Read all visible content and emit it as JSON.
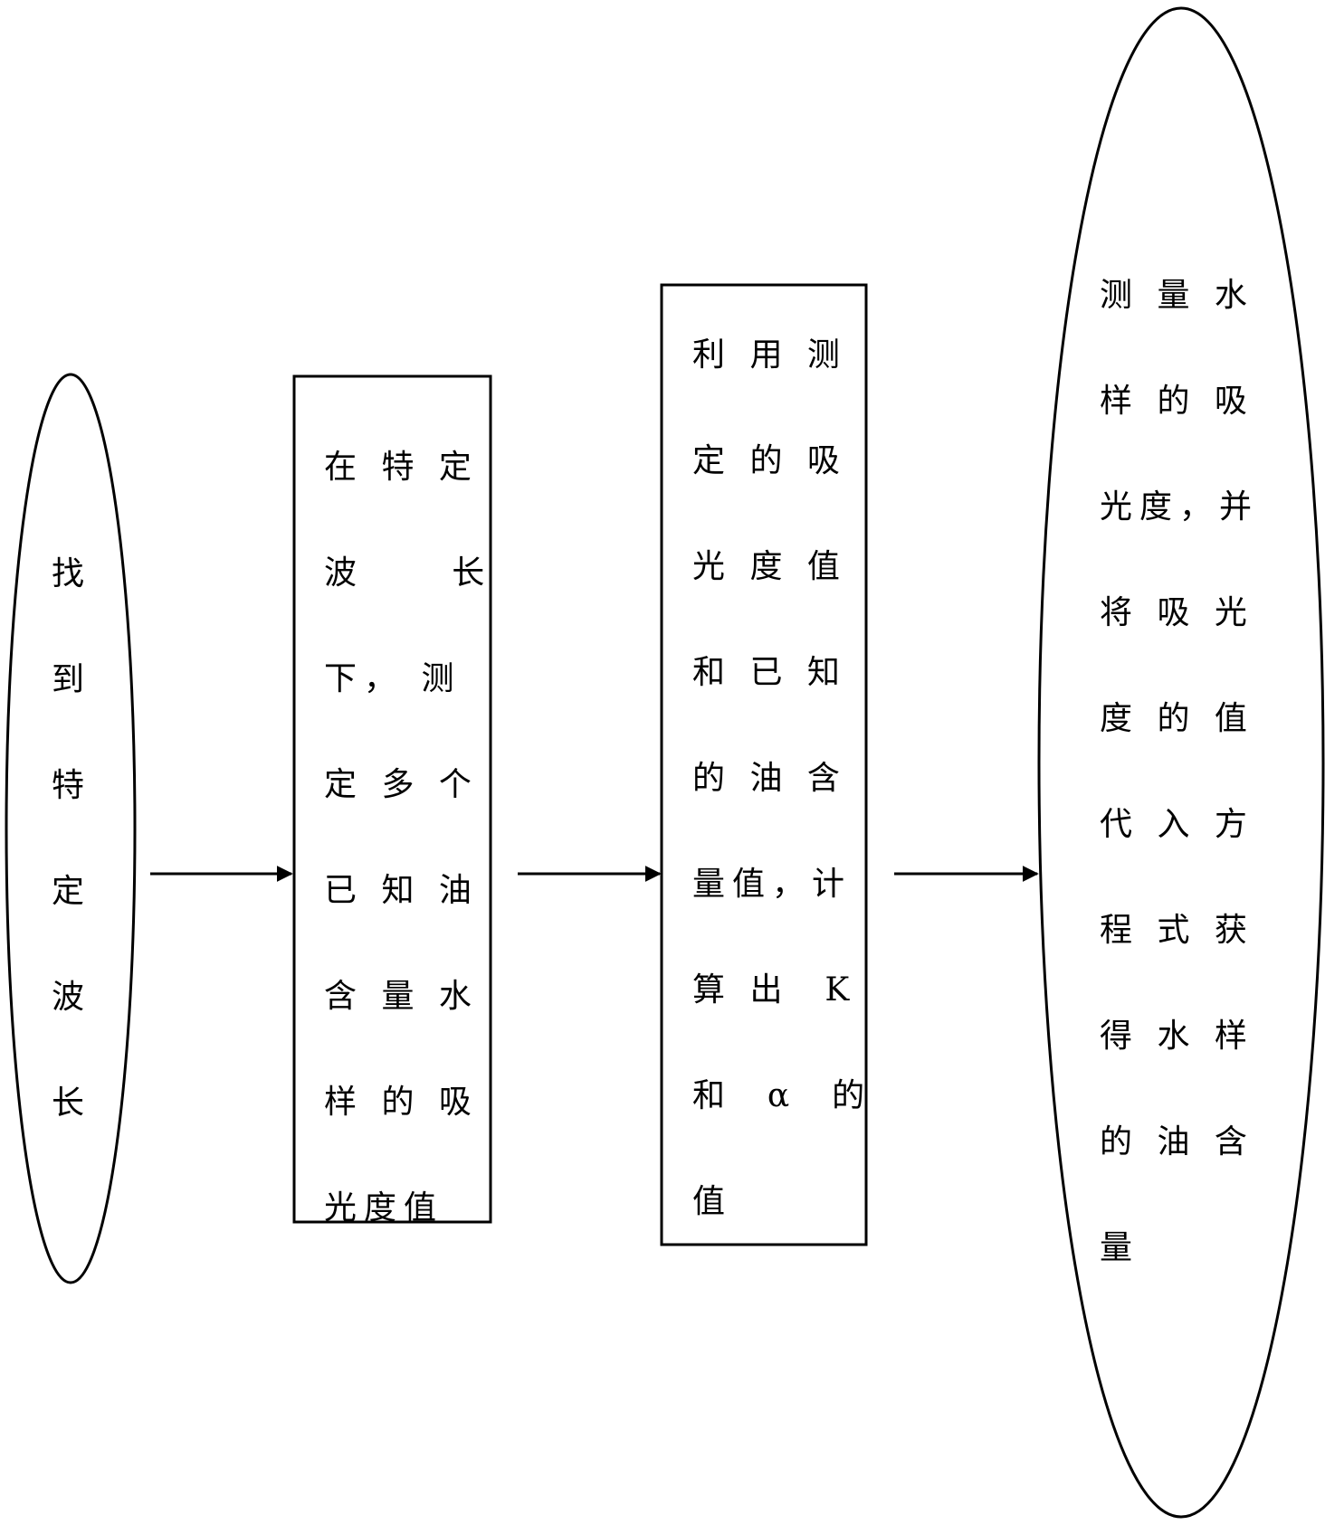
{
  "steps": [
    {
      "id": "step1",
      "shape": "ellipse",
      "lines": [
        "找",
        "到",
        "特",
        "定",
        "波",
        "长"
      ]
    },
    {
      "id": "step2",
      "shape": "rectangle",
      "lines": [
        "在 特 定",
        "波     长",
        "下， 测",
        "定 多 个",
        "已 知 油",
        "含 量 水",
        "样 的 吸",
        "光度值"
      ]
    },
    {
      "id": "step3",
      "shape": "rectangle",
      "lines": [
        "利 用 测",
        "定 的 吸",
        "光 度 值",
        "和 已 知",
        "的 油 含",
        "量值，计",
        "算 出  K",
        "和  α  的",
        "值"
      ]
    },
    {
      "id": "step4",
      "shape": "ellipse",
      "lines": [
        "测 量 水",
        "样 的 吸",
        "光度，并",
        "将 吸 光",
        "度 的 值",
        "代 入 方",
        "程 式 获",
        "得 水 样",
        "的 油 含",
        "量"
      ]
    }
  ],
  "connectors": [
    {
      "from": "step1",
      "to": "step2",
      "style": "solid-arrow"
    },
    {
      "from": "step2",
      "to": "step3",
      "style": "solid-arrow"
    },
    {
      "from": "step3",
      "to": "step4",
      "style": "solid-arrow"
    }
  ],
  "colors": {
    "stroke": "#000000",
    "background": "#ffffff",
    "text": "#000000"
  }
}
